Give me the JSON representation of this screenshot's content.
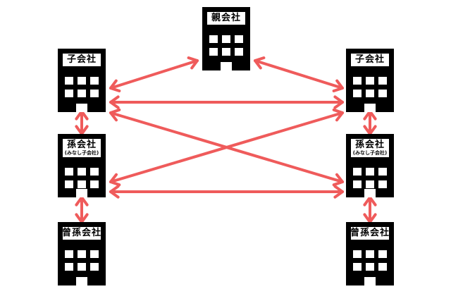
{
  "colors": {
    "arrow": "#ef5b5b",
    "building": "#000000",
    "window": "#ffffff",
    "background": "#ffffff"
  },
  "icons": {
    "building": "office-building-icon"
  },
  "buildings": {
    "parent": {
      "name": "親会社",
      "sub": ""
    },
    "child_left": {
      "name": "子会社",
      "sub": ""
    },
    "child_right": {
      "name": "子会社",
      "sub": ""
    },
    "grandchild_left": {
      "name": "孫会社",
      "sub": "(みなし子会社)"
    },
    "grandchild_right": {
      "name": "孫会社",
      "sub": "(みなし子会社)"
    },
    "great_grandchild_left": {
      "name": "曾孫会社",
      "sub": ""
    },
    "great_grandchild_right": {
      "name": "曾孫会社",
      "sub": ""
    }
  },
  "relations": [
    {
      "from": "parent",
      "to": "child_left",
      "direction": "both"
    },
    {
      "from": "parent",
      "to": "child_right",
      "direction": "both"
    },
    {
      "from": "child_left",
      "to": "child_right",
      "direction": "both"
    },
    {
      "from": "child_left",
      "to": "grandchild_right",
      "direction": "both"
    },
    {
      "from": "grandchild_left",
      "to": "child_right",
      "direction": "both"
    },
    {
      "from": "grandchild_left",
      "to": "grandchild_right",
      "direction": "both"
    },
    {
      "from": "child_left",
      "to": "grandchild_left",
      "direction": "both"
    },
    {
      "from": "child_right",
      "to": "grandchild_right",
      "direction": "both"
    },
    {
      "from": "grandchild_left",
      "to": "great_grandchild_left",
      "direction": "both"
    },
    {
      "from": "grandchild_right",
      "to": "great_grandchild_right",
      "direction": "both"
    }
  ]
}
